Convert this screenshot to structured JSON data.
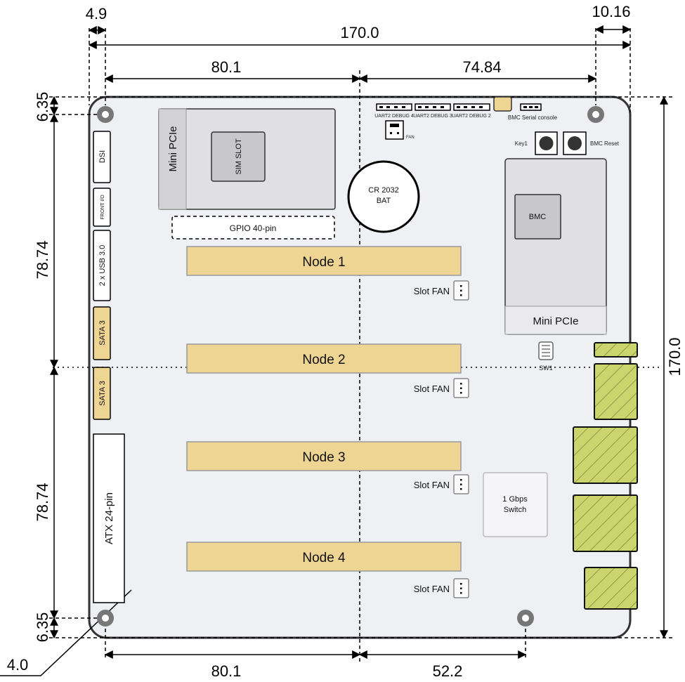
{
  "dimensions": {
    "top_left_offset": "4.9",
    "total_width": "170.0",
    "top_right_offset": "10.16",
    "top_left_span": "80.1",
    "top_right_span": "74.84",
    "left_top_offset": "6.35",
    "left_upper_span": "78.74",
    "left_lower_span": "78.74",
    "left_bottom_offset": "6.35",
    "total_height": "170.0",
    "bottom_left_span": "80.1",
    "bottom_right_span": "52.2",
    "hole_diameter": "4.0"
  },
  "components": {
    "mini_pcie_top": "Mini PCIe",
    "sim_slot": "SIM SLOT",
    "gpio": "GPIO 40-pin",
    "battery_line1": "CR 2032",
    "battery_line2": "BAT",
    "uart4": "UART2 DEBUG 4",
    "uart3": "UART2 DEBUG 3",
    "uart2": "UART2 DEBUG 2",
    "bmc_serial": "BMC Serial console",
    "fan": "FAN",
    "key1": "Key1",
    "bmc_reset": "BMC Reset",
    "bmc": "BMC",
    "mini_pcie_bmc": "Mini PCIe",
    "sw1": "SW1",
    "switch_line1": "1 Gbps",
    "switch_line2": "Switch",
    "dsi": "DSI",
    "front_io": "FRONT I/O",
    "usb": "2 x USB 3.0",
    "sata1": "SATA 3",
    "sata2": "SATA 3",
    "atx": "ATX 24-pin"
  },
  "nodes": [
    {
      "label": "Node 1",
      "fan": "Slot FAN"
    },
    {
      "label": "Node 2",
      "fan": "Slot FAN"
    },
    {
      "label": "Node 3",
      "fan": "Slot FAN"
    },
    {
      "label": "Node 4",
      "fan": "Slot FAN"
    }
  ],
  "colors": {
    "board": "#eff0f3",
    "node_slot": "#efd593",
    "port": "#cbd46d"
  }
}
